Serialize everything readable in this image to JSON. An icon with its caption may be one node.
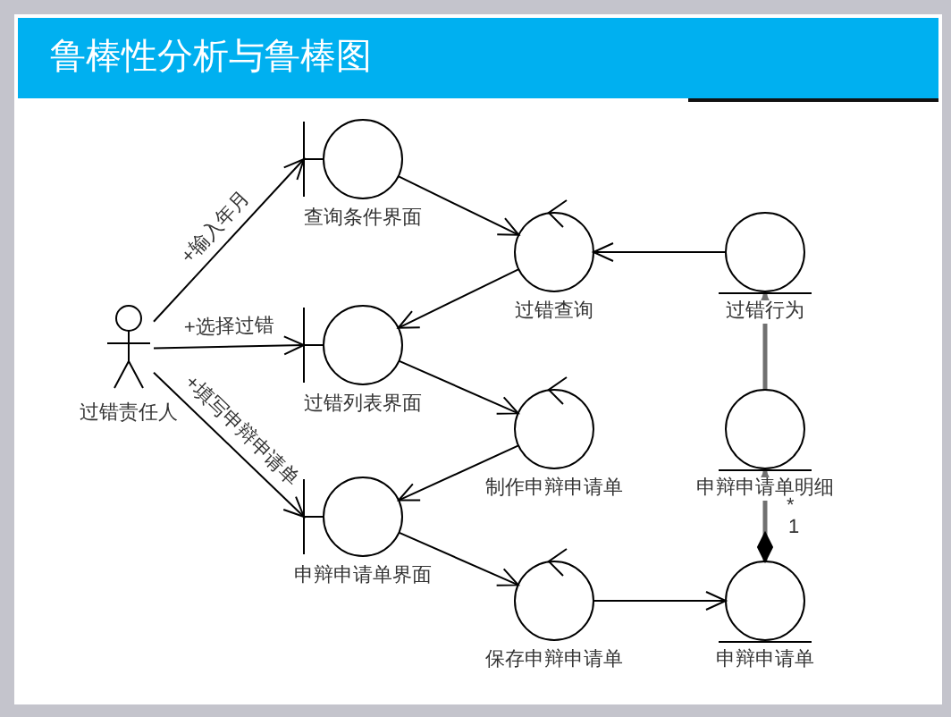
{
  "diagram": {
    "title": "鲁棒性分析与鲁棒图",
    "nodes": [
      {
        "text": [
          "过错责任人"
        ]
      },
      {
        "text": [
          "查询条件界面"
        ]
      },
      {
        "text": [
          "过错列表界面"
        ]
      },
      {
        "text": [
          "申辩申请单界面"
        ]
      },
      {
        "text": [
          "过错查询"
        ]
      },
      {
        "text": [
          "制作申辩申请单"
        ]
      },
      {
        "text": [
          "保存申辩申请单"
        ]
      },
      {
        "text": [
          "过错行为"
        ]
      },
      {
        "text": [
          "申辩申请单明细"
        ]
      },
      {
        "text": [
          "申辩申请单"
        ]
      }
    ],
    "edges": [
      {
        "from": 0,
        "to": 1,
        "arrow": "to",
        "label": "+输入年月"
      },
      {
        "from": 0,
        "to": 2,
        "arrow": "to",
        "label": "+选择过错"
      },
      {
        "from": 0,
        "to": 3,
        "arrow": "to",
        "label": "+填写申辩申请单"
      },
      {
        "from": 1,
        "to": 4,
        "arrow": "to"
      },
      {
        "from": 4,
        "to": 2,
        "arrow": "to"
      },
      {
        "from": 2,
        "to": 5,
        "arrow": "to"
      },
      {
        "from": 5,
        "to": 3,
        "arrow": "to"
      },
      {
        "from": 3,
        "to": 6,
        "arrow": "to"
      },
      {
        "from": 6,
        "to": 9,
        "arrow": "to"
      },
      {
        "from": 9,
        "to": 8,
        "arrow": "to",
        "style": "thick",
        "color": "#707070"
      },
      {
        "from": 8,
        "to": 7,
        "arrow": "to",
        "style": "thick",
        "color": "#707070"
      },
      {
        "from": 7,
        "to": 4,
        "arrow": "to"
      }
    ],
    "labels": [
      "*",
      "1"
    ]
  }
}
